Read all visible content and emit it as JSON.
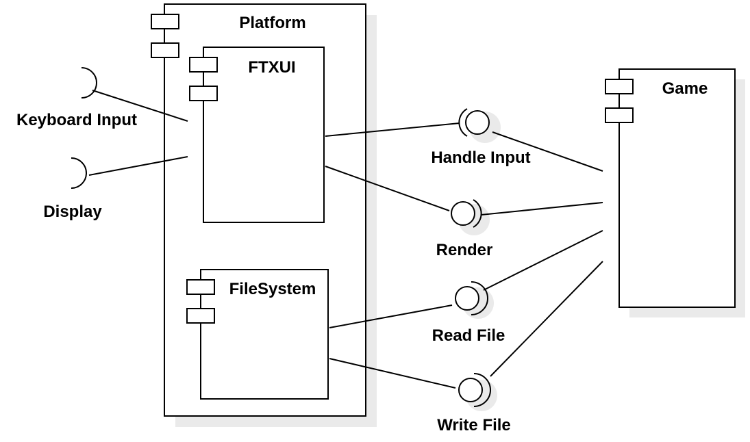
{
  "components": {
    "platform": "Platform",
    "ftxui": "FTXUI",
    "filesystem": "FileSystem",
    "game": "Game"
  },
  "required_interfaces": {
    "keyboard_input": "Keyboard Input",
    "display": "Display"
  },
  "provided_interfaces": {
    "handle_input": "Handle Input",
    "render": "Render",
    "read_file": "Read File",
    "write_file": "Write File"
  },
  "colors": {
    "stroke": "#000000",
    "fill": "#ffffff",
    "shadow": "#eaeaea"
  }
}
